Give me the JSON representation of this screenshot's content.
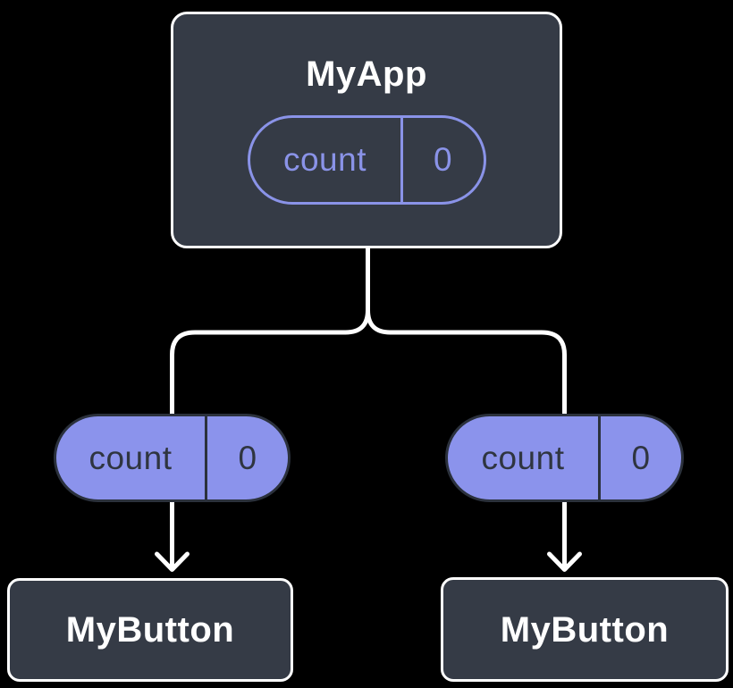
{
  "diagram": {
    "description": "Component tree diagram showing shared state passed down as props",
    "background": "#000000",
    "colors": {
      "node_fill": "#353b46",
      "node_border": "#ffffff",
      "purple_fill": "#8b93ec",
      "purple_outline": "#8a93e8",
      "pill_dark_border": "#2b313c",
      "pill_dark_text": "#2f3540",
      "connector": "#ffffff"
    },
    "root_node": {
      "title": "MyApp",
      "state_pill": {
        "name": "count",
        "value": "0"
      }
    },
    "left_branch": {
      "prop_pill": {
        "name": "count",
        "value": "0"
      },
      "node_title": "MyButton"
    },
    "right_branch": {
      "prop_pill": {
        "name": "count",
        "value": "0"
      },
      "node_title": "MyButton"
    }
  }
}
